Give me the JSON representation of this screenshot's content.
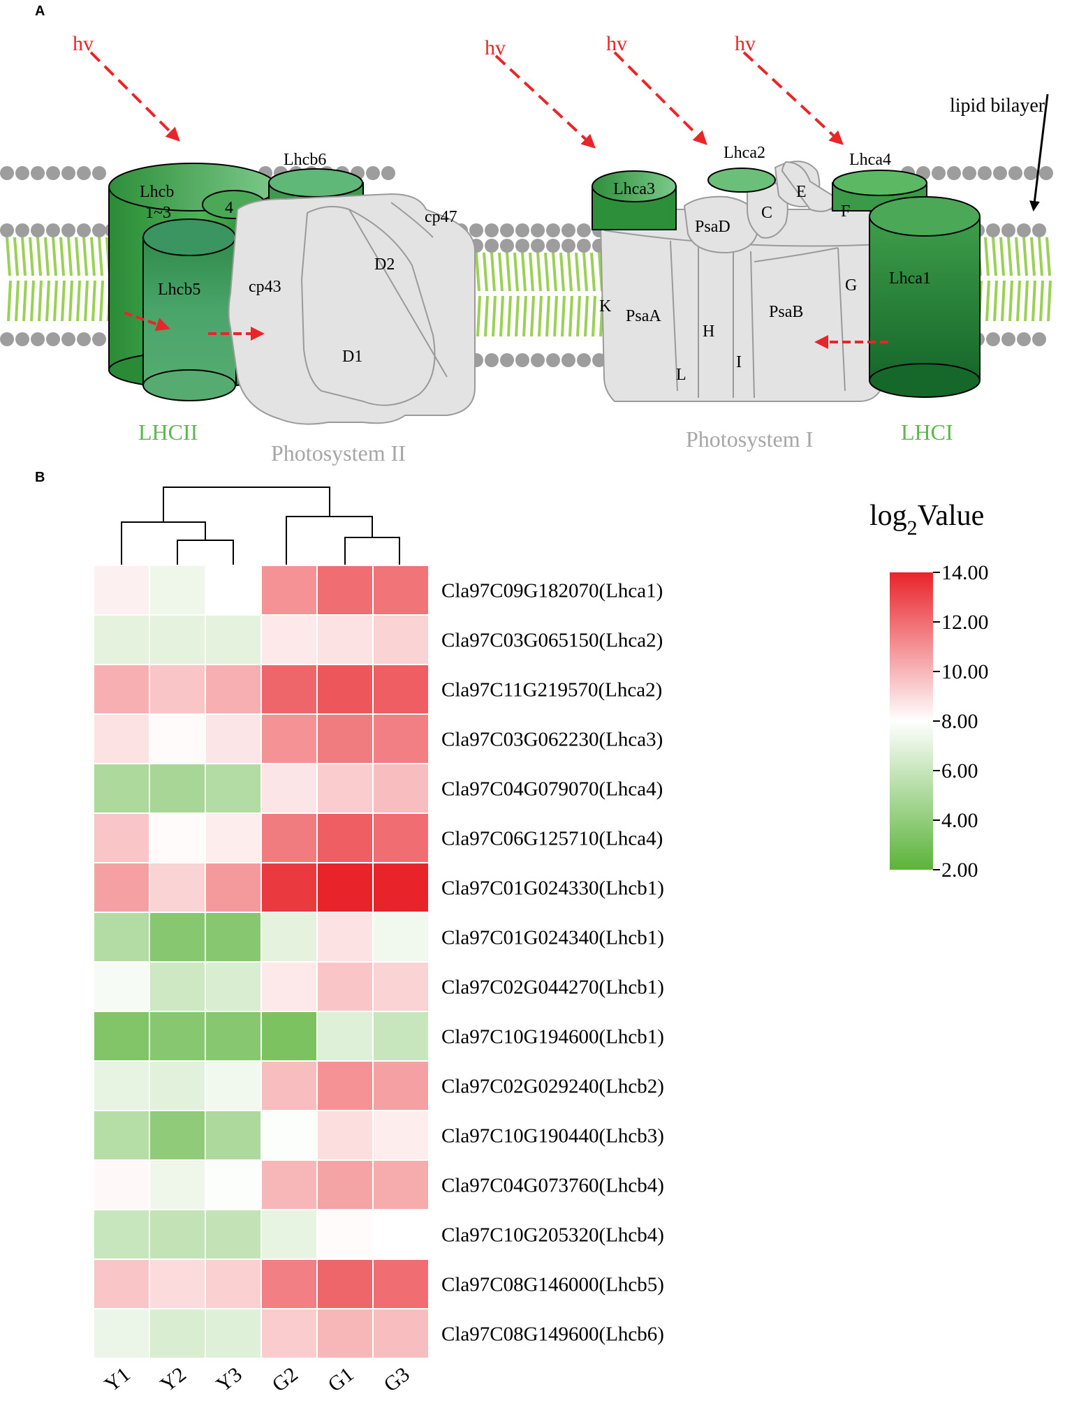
{
  "panel_a": {
    "letter": "A",
    "light_label": "hv",
    "lipid_label": "lipid bilayer",
    "complex_labels": {
      "lhcb13": [
        "Lhcb",
        "1~3"
      ],
      "lhcb4": "4",
      "lhcb5": "Lhcb5",
      "lhcb6": "Lhcb6",
      "cp43": "cp43",
      "cp47": "cp47",
      "d1": "D1",
      "d2": "D2",
      "lhca1": "Lhca1",
      "lhca2": "Lhca2",
      "lhca3": "Lhca3",
      "lhca4": "Lhca4",
      "psaa": "PsaA",
      "psab": "PsaB",
      "psad": "PsaD",
      "c": "C",
      "e": "E",
      "f": "F",
      "g": "G",
      "h": "H",
      "i": "I",
      "k": "K",
      "l": "L"
    },
    "group_labels": {
      "lhcii": "LHCII",
      "psii": "Photosystem II",
      "psi": "Photosystem I",
      "lhci": "LHCI"
    },
    "colors": {
      "light_arrow": "#e8262a",
      "green_group_label": "#5cb84a",
      "grey_group_label": "#a6a6a6",
      "protein_grey": "#e3e3e3",
      "lipid_head": "#9d9d9d",
      "lipid_tail": "#9bcf55",
      "green_dark": "#1f7e2c",
      "green_light": "#5db864"
    }
  },
  "panel_b": {
    "letter": "B",
    "legend": {
      "title_base": "log",
      "title_sub": "2",
      "title_rest": "Value",
      "ticks": [
        "14.00",
        "12.00",
        "10.00",
        "8.00",
        "6.00",
        "4.00",
        "2.00"
      ],
      "tick_values": [
        14,
        12,
        10,
        8,
        6,
        4,
        2
      ]
    },
    "colors": {
      "low": "#5bb33a",
      "mid": "#ffffff",
      "high": "#e8242a"
    }
  },
  "chart_data": {
    "type": "heatmap",
    "columns": [
      "Y1",
      "Y2",
      "Y3",
      "G2",
      "G1",
      "G3"
    ],
    "rows": [
      "Cla97C09G182070(Lhca1)",
      "Cla97C03G065150(Lhca2)",
      "Cla97C11G219570(Lhca2)",
      "Cla97C03G062230(Lhca3)",
      "Cla97C04G079070(Lhca4)",
      "Cla97C06G125710(Lhca4)",
      "Cla97C01G024330(Lhcb1)",
      "Cla97C01G024340(Lhcb1)",
      "Cla97C02G044270(Lhcb1)",
      "Cla97C10G194600(Lhcb1)",
      "Cla97C02G029240(Lhcb2)",
      "Cla97C10G190440(Lhcb3)",
      "Cla97C04G073760(Lhcb4)",
      "Cla97C10G205320(Lhcb4)",
      "Cla97C08G146000(Lhcb5)",
      "Cla97C08G149600(Lhcb6)"
    ],
    "values": [
      [
        8.4,
        7.4,
        8.0,
        11.0,
        12.0,
        11.8
      ],
      [
        7.0,
        7.0,
        7.0,
        8.6,
        8.8,
        9.2
      ],
      [
        10.2,
        9.6,
        10.2,
        12.2,
        12.6,
        12.4
      ],
      [
        8.8,
        8.1,
        8.7,
        11.0,
        11.6,
        11.5
      ],
      [
        5.0,
        4.8,
        5.2,
        8.7,
        9.4,
        9.8
      ],
      [
        9.6,
        8.1,
        8.5,
        11.6,
        12.4,
        12.0
      ],
      [
        10.6,
        9.2,
        10.8,
        13.4,
        14.0,
        14.0
      ],
      [
        5.2,
        3.6,
        3.6,
        7.0,
        8.8,
        7.5
      ],
      [
        7.7,
        6.2,
        6.6,
        8.6,
        9.6,
        9.2
      ],
      [
        3.4,
        3.6,
        3.6,
        3.2,
        6.8,
        6.0
      ],
      [
        7.1,
        6.9,
        7.5,
        9.8,
        11.0,
        10.6
      ],
      [
        5.3,
        3.9,
        5.0,
        7.9,
        8.9,
        8.5
      ],
      [
        8.2,
        7.4,
        7.9,
        10.0,
        10.5,
        10.3
      ],
      [
        6.0,
        5.8,
        5.8,
        7.1,
        8.1,
        8.0
      ],
      [
        9.6,
        9.0,
        9.3,
        11.5,
        12.2,
        12.0
      ],
      [
        7.3,
        6.6,
        6.8,
        9.4,
        10.0,
        9.8
      ]
    ],
    "scale": [
      2,
      14
    ],
    "dendrogram_order": [
      "Y1",
      "Y2",
      "Y3",
      "G2",
      "G1",
      "G3"
    ],
    "dendrogram_merges": [
      [
        "Y2",
        "Y3"
      ],
      [
        "Y1",
        "Y2+Y3"
      ],
      [
        "G1",
        "G3"
      ],
      [
        "G2",
        "G1+G3"
      ],
      [
        "Y",
        "G"
      ]
    ]
  }
}
